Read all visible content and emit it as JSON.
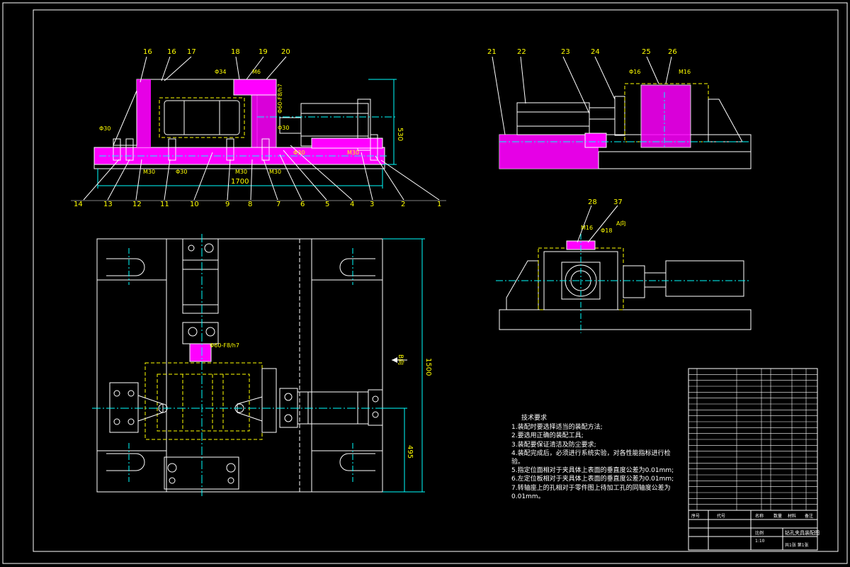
{
  "colors": {
    "background": "#000000",
    "line": "#ffffff",
    "hatch": "#ff00ff",
    "hidden": "#ffff00",
    "center": "#00ffff",
    "dimension": "#00ffff",
    "balloon": "#ffff00"
  },
  "balloons": {
    "top_left": [
      "16",
      "16",
      "17",
      "18",
      "19",
      "20"
    ],
    "bottom_left": [
      "14",
      "13",
      "12",
      "11",
      "10",
      "9",
      "8",
      "7",
      "6",
      "5",
      "4",
      "3",
      "2",
      "1"
    ],
    "top_right": [
      "21",
      "22",
      "23",
      "24",
      "25",
      "26"
    ],
    "mid_right": [
      "28",
      "37"
    ]
  },
  "dimensions": {
    "height_530": "530",
    "length_1700": "1700",
    "length_1500": "1500",
    "length_495": "495",
    "fit_front": "Φ60-F8/h7",
    "fit_plan": "Φ60-F8/h7",
    "d30_a": "Φ30",
    "d30_b": "Φ30",
    "d30_c": "Φ30",
    "d30_d": "Φ30",
    "m30_a": "M30",
    "m30_b": "M30",
    "m30_c": "M30",
    "m30_d": "M30",
    "d34": "Φ34",
    "m6": "M6",
    "d16": "Φ16",
    "m16_a": "M16",
    "m16_b": "M16",
    "d18": "Φ18",
    "view_b_label": "B向",
    "view_a_label": "A向"
  },
  "notes": {
    "title": "技术要求",
    "items": [
      "1.装配时要选择适当的装配方法;",
      "2.要选用正确的装配工具;",
      "3.装配要保证清洁及防尘要求;",
      "4.装配完成后，必须进行系统实验，对各性能指标进行检",
      "验。",
      "5.指定位面相对于夹具体上表面的垂直度公差为0.01mm;",
      "6.左定位板相对于夹具体上表面的垂直度公差为0.01mm;",
      "7.转轴座上的孔相对于零件图上待加工孔的同轴度公差为",
      "0.01mm。"
    ]
  },
  "title_block": {
    "drawing_title": "钻孔夹具装配图",
    "header_seq": "序号",
    "header_code": "代号",
    "header_name": "名称",
    "header_qty": "数量",
    "header_material": "材料",
    "header_note": "备注",
    "scale_label": "比例",
    "scale_value": "1:10",
    "sheet_label": "共1张 第1张"
  }
}
